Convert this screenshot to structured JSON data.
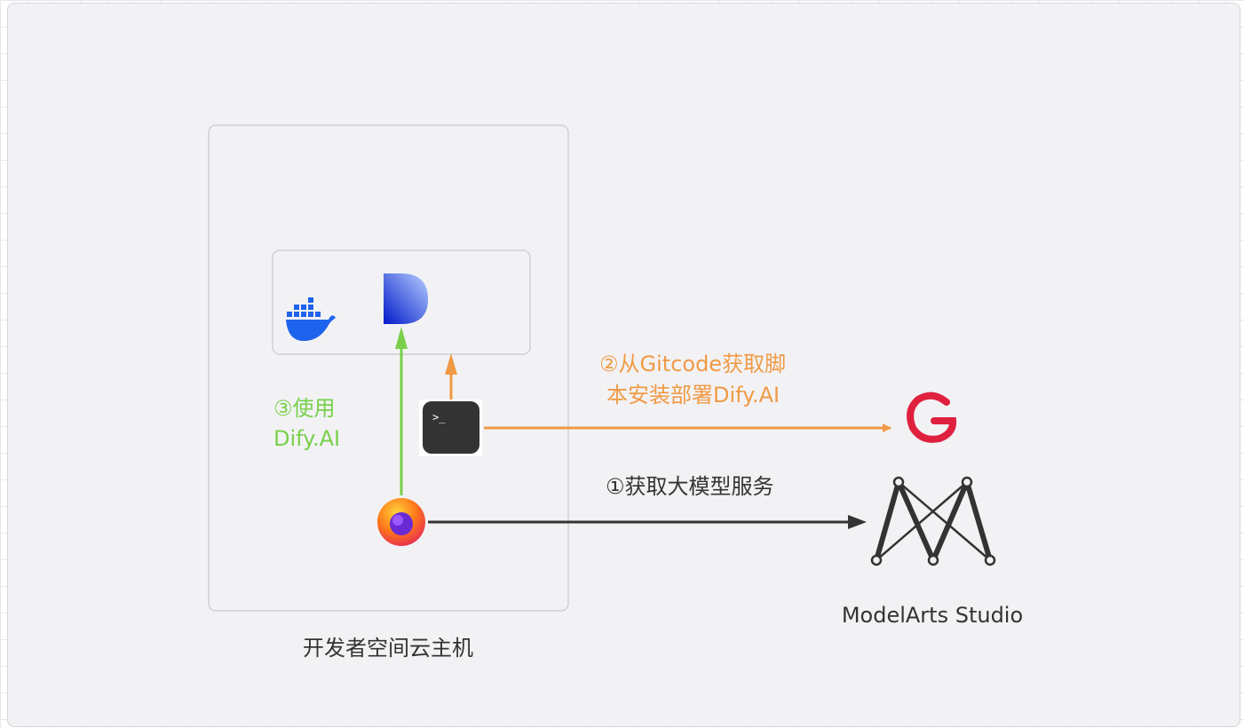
{
  "labels": {
    "step2_line1": "②从Gitcode获取脚",
    "step2_line2": "本安装部署Dify.AI",
    "step3_line1": "③使用",
    "step3_line2": "Dify.AI",
    "step1": "①获取大模型服务",
    "modelarts": "ModelArts Studio",
    "host": "开发者空间云主机"
  },
  "colors": {
    "orange": "#f09a45",
    "green": "#78d04a",
    "dark": "#333333",
    "gitcode": "#e0203f"
  },
  "icons": [
    "docker-icon",
    "dify-icon",
    "terminal-icon",
    "firefox-icon",
    "gitcode-icon",
    "modelarts-icon"
  ]
}
